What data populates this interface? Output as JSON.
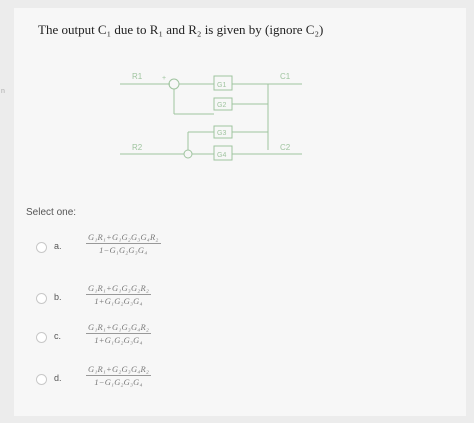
{
  "question": {
    "text": "The output C₁ due to R₁ and R₂ is given by (ignore C₂)"
  },
  "diagram": {
    "r1_label": "R1",
    "r2_label": "R2",
    "c1_label": "C1",
    "c2_label": "C2",
    "block1": "G1",
    "block2": "G2",
    "block3": "G3",
    "block4": "G4",
    "sum_sign": "+"
  },
  "select_label": "Select one:",
  "options": [
    {
      "letter": "a.",
      "numerator": "G₁R₁+G₁G₂G₃G₄R₂",
      "denominator": "1−G₁G₂G₃G₄"
    },
    {
      "letter": "b.",
      "numerator": "G₁R₁+G₁G₃G₂R₂",
      "denominator": "1+G₁G₂G₃G₄"
    },
    {
      "letter": "c.",
      "numerator": "G₁R₁+G₁G₃G₄R₂",
      "denominator": "1+G₁G₂G₃G₄"
    },
    {
      "letter": "d.",
      "numerator": "G₁R₁+G₂G₃G₄R₂",
      "denominator": "1−G₁G₂G₃G₄"
    }
  ],
  "side_mark": "n",
  "colors": {
    "diagram_line": "#9fc49f",
    "text": "#222222",
    "muted": "#777777"
  }
}
